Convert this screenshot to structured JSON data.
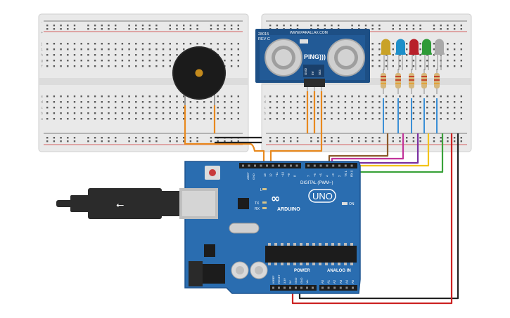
{
  "ping_sensor": {
    "rev_top": "28015",
    "rev_bottom": "REV C",
    "url": "WWW.PARALLAX.COM",
    "brand": "PING)))",
    "pin_gnd": "GND",
    "pin_5v": "5V",
    "pin_sig": "SIG"
  },
  "arduino": {
    "brand": "ARDUINO",
    "model": "UNO",
    "digital_label": "DIGITAL (PWM~)",
    "analog_label": "ANALOG IN",
    "power_label": "POWER",
    "on_label": "ON",
    "aref": "AREF",
    "gnd": "GND",
    "l_led": "L",
    "tx": "TX",
    "rx": "RX",
    "digital_pins": [
      "13",
      "12",
      "~11",
      "~10",
      "~9",
      "8",
      "7",
      "~6",
      "~5",
      "4",
      "~3",
      "2",
      "TX 1",
      "RX 0"
    ],
    "power_pins": [
      "IOREF",
      "RESET",
      "3.3V",
      "5V",
      "GND",
      "GND",
      "Vin"
    ],
    "analog_pins": [
      "A0",
      "A1",
      "A2",
      "A3",
      "A4",
      "A5"
    ]
  },
  "breadboard": {
    "row_letters_top": [
      "j",
      "i",
      "h",
      "g",
      "f"
    ],
    "row_letters_bottom": [
      "e",
      "d",
      "c",
      "b",
      "a"
    ],
    "plus": "+",
    "minus": "-"
  },
  "leds": [
    {
      "color": "#c9a227",
      "name": "yellow"
    },
    {
      "color": "#1e8fc9",
      "name": "blue"
    },
    {
      "color": "#b8202a",
      "name": "red"
    },
    {
      "color": "#2e9a37",
      "name": "green"
    },
    {
      "color": "#a9a9a9",
      "name": "white"
    }
  ],
  "wire_colors": {
    "orange": "#e8891e",
    "black": "#222222",
    "red": "#cc2222",
    "brown": "#8a5a2b",
    "magenta": "#c2349a",
    "purple": "#7a2fa0",
    "yellow": "#f2c31a",
    "green": "#3aa23a",
    "blue": "#3a8fd6"
  }
}
